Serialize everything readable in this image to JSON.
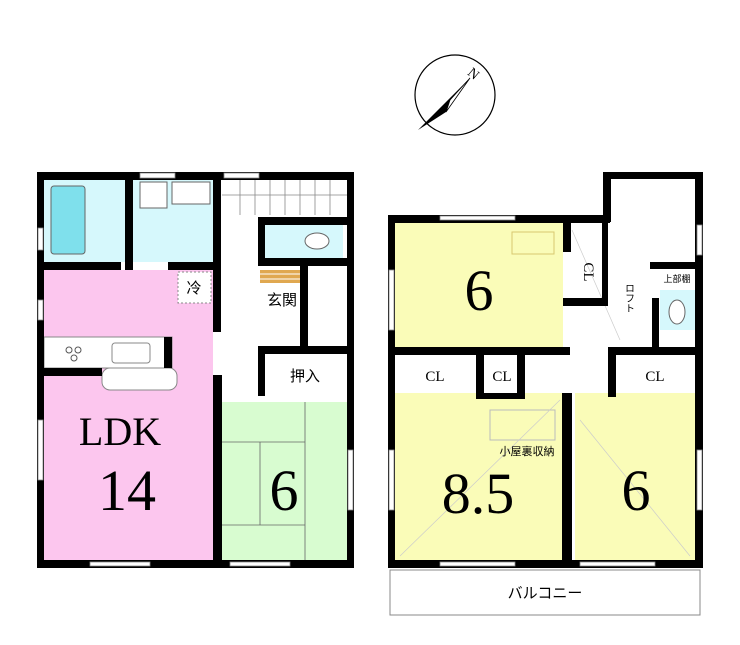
{
  "compass": {
    "north_label": "N",
    "icon": "north-arrow-icon"
  },
  "colors": {
    "ldk": "#fcc6ee",
    "washitsu": "#d8fcd0",
    "bedroom": "#fafcb8",
    "wet": "#d6f8fc",
    "bathtub": "#7fe0ec",
    "wall": "#000000"
  },
  "floor1": {
    "ldk": {
      "label": "LDK",
      "size": "14"
    },
    "fridge": "冷",
    "entrance": "玄関",
    "closet": "押入",
    "washitsu": {
      "size": "6"
    }
  },
  "floor2": {
    "bedroom_north": {
      "size": "6"
    },
    "closet_vertical": "CL",
    "loft": "ロフト",
    "upper_shelf": "上部棚",
    "closets": [
      "CL",
      "CL",
      "CL"
    ],
    "attic_storage": "小屋裏収納",
    "bedroom_sw": {
      "size": "8.5"
    },
    "bedroom_se": {
      "size": "6"
    },
    "balcony": "バルコニー"
  }
}
